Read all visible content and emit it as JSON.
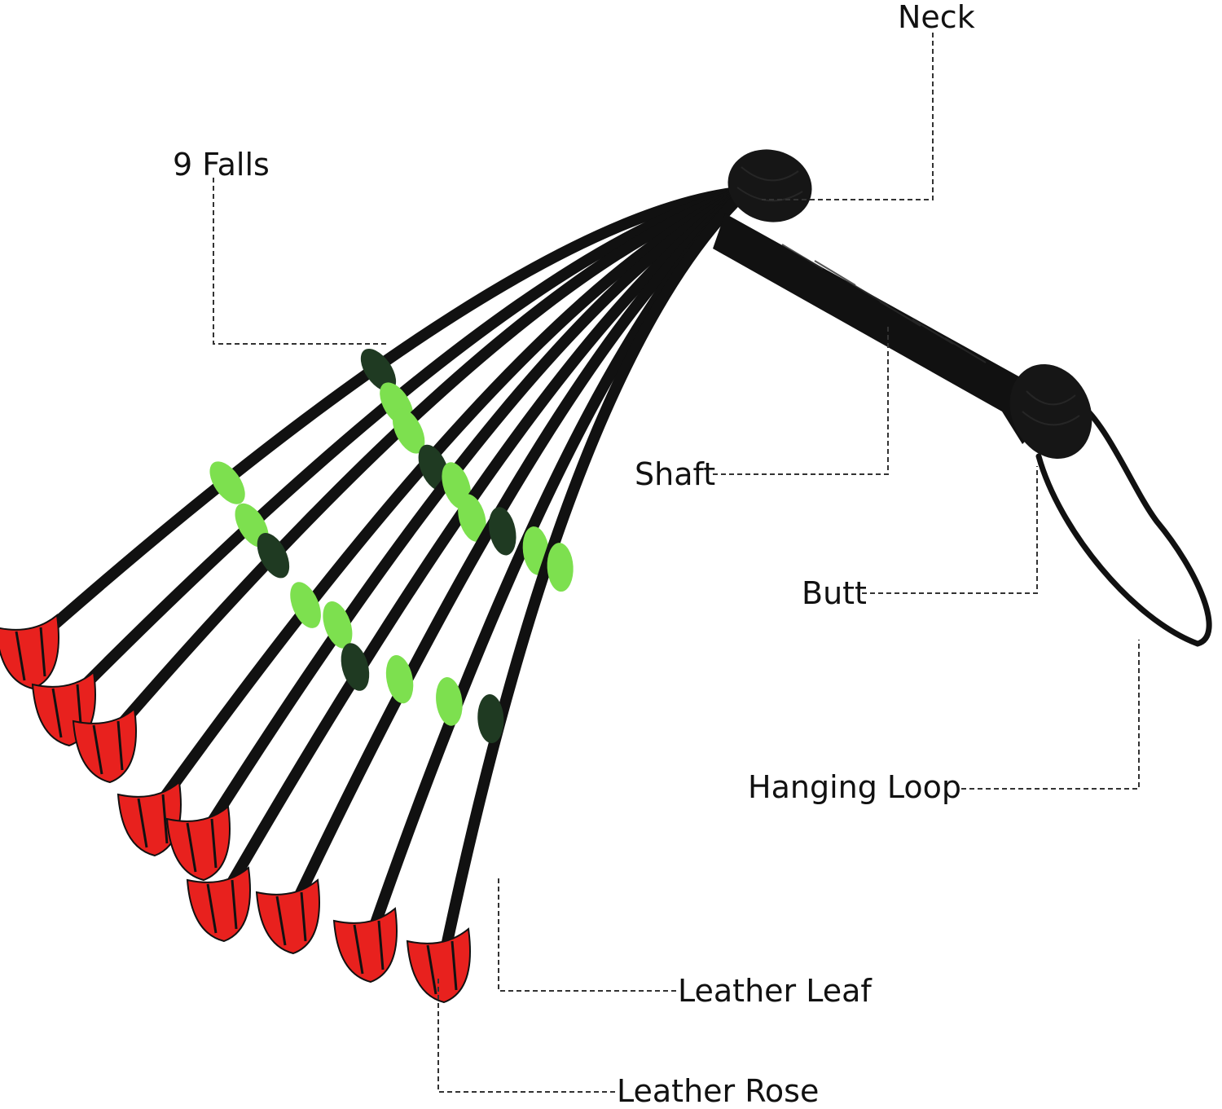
{
  "labels": {
    "neck": "Neck",
    "falls": "9 Falls",
    "shaft": "Shaft",
    "butt": "Butt",
    "hanging_loop": "Hanging Loop",
    "leather_leaf": "Leather Leaf",
    "leather_rose": "Leather Rose"
  },
  "colors": {
    "leather_black": "#111111",
    "rose_red": "#e8211e",
    "leaf_green": "#7de04f",
    "dark_leaf": "#1f3a22",
    "leader_line": "#333333"
  }
}
